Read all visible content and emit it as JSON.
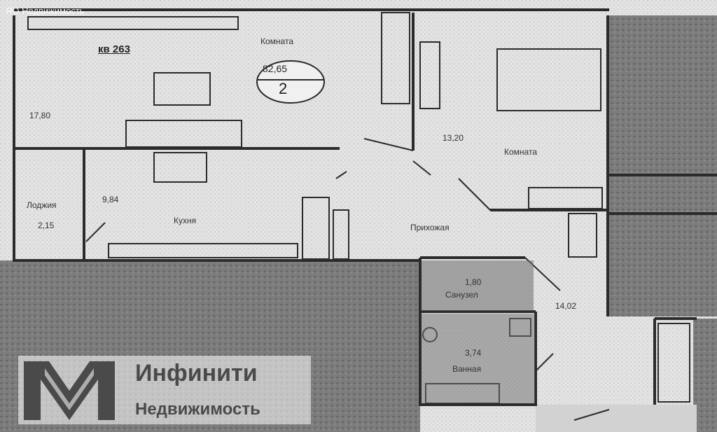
{
  "watermark": "ЯО Недвижимость",
  "apartment": {
    "number": "кв 263",
    "total_area": "82,65",
    "rooms_count": "2"
  },
  "rooms": [
    {
      "name": "Комната",
      "area": "17,80"
    },
    {
      "name": "Комната",
      "area": "13,20"
    },
    {
      "name": "Лоджия",
      "area": "2,15"
    },
    {
      "name": "Кухня",
      "area": "9,84"
    },
    {
      "name": "Прихожая",
      "area": "14,02"
    },
    {
      "name": "Санузел",
      "area": "1,80"
    },
    {
      "name": "Ванная",
      "area": "3,74"
    }
  ],
  "brand": {
    "name": "Инфинити",
    "subtitle": "Недвижимость"
  },
  "colors": {
    "paper": "#e6e6e6",
    "wall": "#2b2b2b",
    "neighbor_fill": "#7a7a7a",
    "bathroom_fill": "#6e6e6e"
  }
}
